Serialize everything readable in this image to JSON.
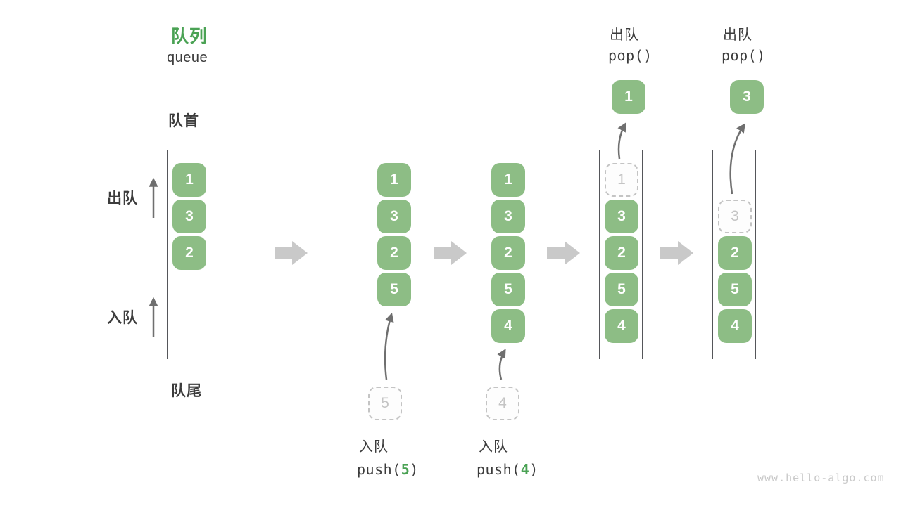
{
  "colors": {
    "accent_green": "#4aa254",
    "box_green": "#8dbd85",
    "channel_line_gray": "#55565a",
    "thin_arrow_gray": "#6f6f6f",
    "block_arrow_gray": "#c9c9c9",
    "dashed_gray": "#c4c4c4",
    "text_dark": "#3c3c3c",
    "watermark_gray": "#c9c9c9"
  },
  "title": {
    "zh": "队列",
    "en": "queue"
  },
  "labels": {
    "front": "队首",
    "rear": "队尾",
    "dequeue": "出队",
    "enqueue": "入队"
  },
  "columns": [
    {
      "name": "initial-state",
      "cells": [
        {
          "value": "1",
          "style": "solid"
        },
        {
          "value": "3",
          "style": "solid"
        },
        {
          "value": "2",
          "style": "solid"
        }
      ]
    },
    {
      "name": "after-push-5",
      "cells": [
        {
          "value": "1",
          "style": "solid"
        },
        {
          "value": "3",
          "style": "solid"
        },
        {
          "value": "2",
          "style": "solid"
        },
        {
          "value": "5",
          "style": "solid"
        }
      ],
      "incoming": {
        "value": "5"
      },
      "caption": {
        "zh": "入队",
        "code_prefix": "push(",
        "arg": "5",
        "code_suffix": ")"
      }
    },
    {
      "name": "after-push-4",
      "cells": [
        {
          "value": "1",
          "style": "solid"
        },
        {
          "value": "3",
          "style": "solid"
        },
        {
          "value": "2",
          "style": "solid"
        },
        {
          "value": "5",
          "style": "solid"
        },
        {
          "value": "4",
          "style": "solid"
        }
      ],
      "incoming": {
        "value": "4"
      },
      "caption": {
        "zh": "入队",
        "code_prefix": "push(",
        "arg": "4",
        "code_suffix": ")"
      }
    },
    {
      "name": "after-pop-1",
      "cells": [
        {
          "value": "1",
          "style": "dashed"
        },
        {
          "value": "3",
          "style": "solid"
        },
        {
          "value": "2",
          "style": "solid"
        },
        {
          "value": "5",
          "style": "solid"
        },
        {
          "value": "4",
          "style": "solid"
        }
      ],
      "outgoing": {
        "value": "1"
      },
      "top_caption": {
        "zh": "出队",
        "code": "pop()"
      }
    },
    {
      "name": "after-pop-3",
      "cells": [
        {
          "value": "3",
          "style": "dashed"
        },
        {
          "value": "2",
          "style": "solid"
        },
        {
          "value": "5",
          "style": "solid"
        },
        {
          "value": "4",
          "style": "solid"
        }
      ],
      "outgoing": {
        "value": "3"
      },
      "top_caption": {
        "zh": "出队",
        "code": "pop()"
      }
    }
  ],
  "watermark": "www.hello-algo.com"
}
